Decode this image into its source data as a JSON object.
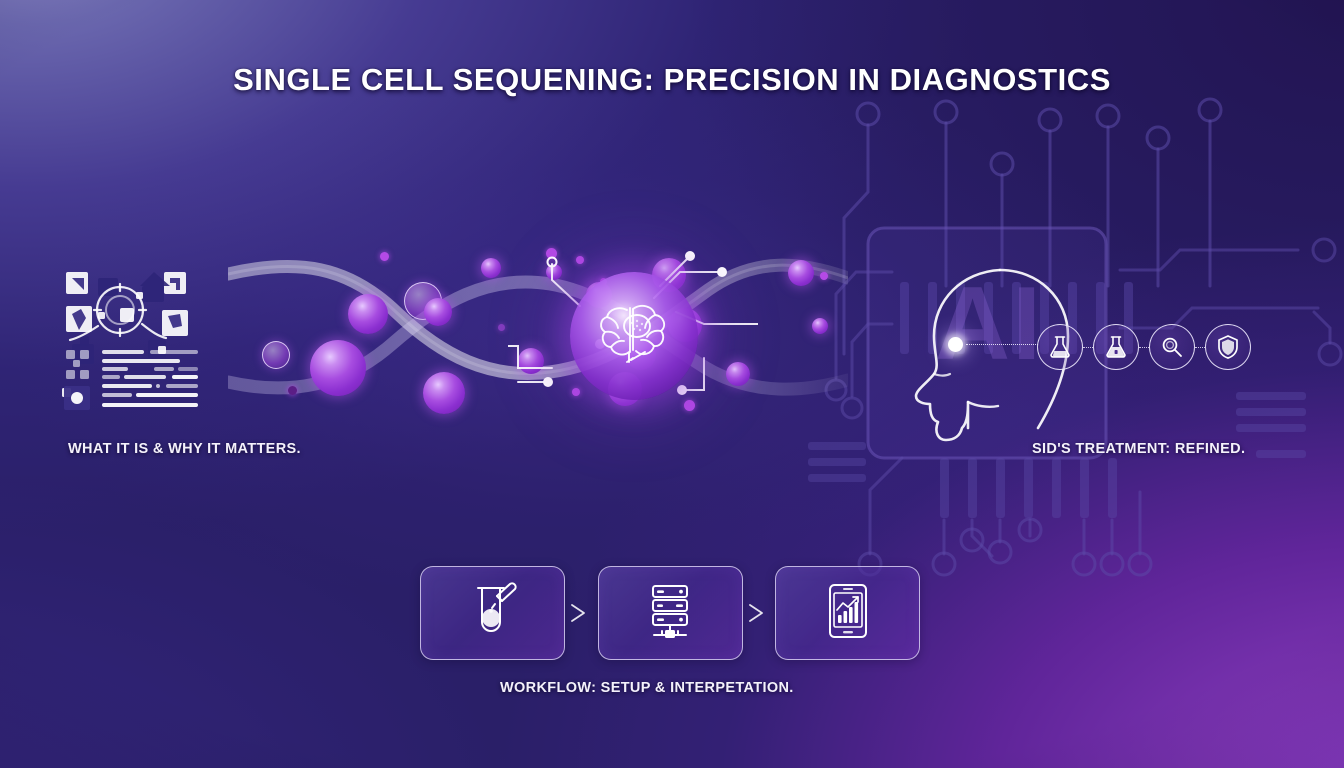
{
  "poster": {
    "title": "SINGLE CELL SEQUENING: PRECISION IN DIAGNOSTICS",
    "watermark": "AI",
    "background": {
      "top_left": "#6a67ae",
      "top_right": "#271a5c",
      "center": "#2a2172",
      "bottom_right": "#7a33b0",
      "accent_purple": "#a74ce0",
      "accent_magenta": "#c131d8",
      "line_white": "#f4f1fb"
    }
  },
  "sections": {
    "left": {
      "caption": "WHAT IT IS & WHY IT MATTERS.",
      "icon": "data-analysis-cluster-icon"
    },
    "center": {
      "icon": "dna-double-helix-icon",
      "orb_icon": "brain-in-cell-icon"
    },
    "right": {
      "caption": "SID'S TREATMENT: REFINED.",
      "icon": "head-profile-ai-chip-icon",
      "chips": [
        {
          "name": "flask-icon",
          "label": "flask"
        },
        {
          "name": "flask-filled-icon",
          "label": "flask-filled"
        },
        {
          "name": "magnifier-icon",
          "label": "magnifier"
        },
        {
          "name": "shield-icon",
          "label": "shield"
        }
      ]
    },
    "bottom": {
      "caption": "WORKFLOW: SETUP & INTERPETATION.",
      "steps": [
        {
          "name": "sample-prep-step",
          "icon": "test-tube-pipette-icon"
        },
        {
          "name": "sequencing-data-step",
          "icon": "server-rack-icon"
        },
        {
          "name": "analysis-report-step",
          "icon": "tablet-chart-icon"
        }
      ],
      "arrow_icon": "chevron-right-icon"
    }
  }
}
